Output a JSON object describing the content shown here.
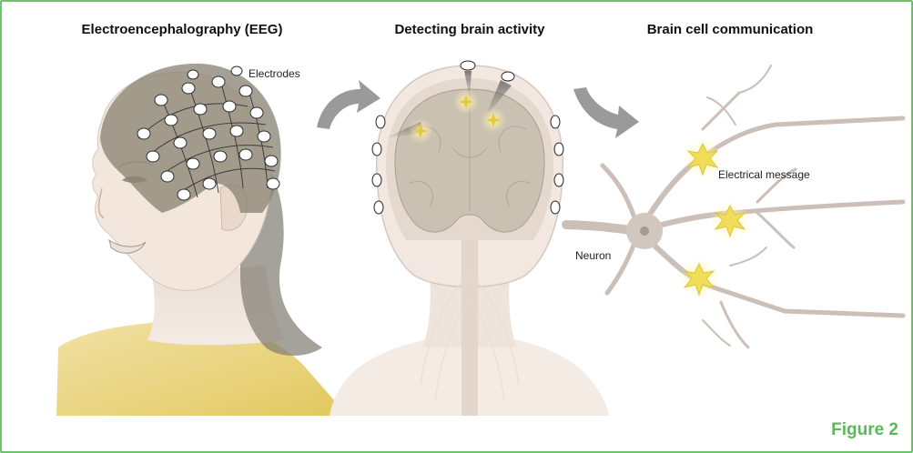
{
  "headings": {
    "eeg": "Electroencephalography (EEG)",
    "detecting": "Detecting brain activity",
    "communication": "Brain cell communication"
  },
  "labels": {
    "electrodes": "Electrodes",
    "electrical_message": "Electrical message",
    "neuron": "Neuron"
  },
  "figure_label": "Figure 2",
  "colors": {
    "frame_border": "#6cc36b",
    "figure_label": "#5bb85a",
    "skin": "#f1e4da",
    "cap": "#8e8778",
    "brain": "#c9bfb0",
    "shirt": "#e9d27a",
    "spark": "#f2dd58",
    "neuron": "#cdc3bb",
    "arrow": "#9a9a9a"
  },
  "icons": [
    "electrode-icon",
    "spark-icon",
    "curved-arrow-icon"
  ]
}
